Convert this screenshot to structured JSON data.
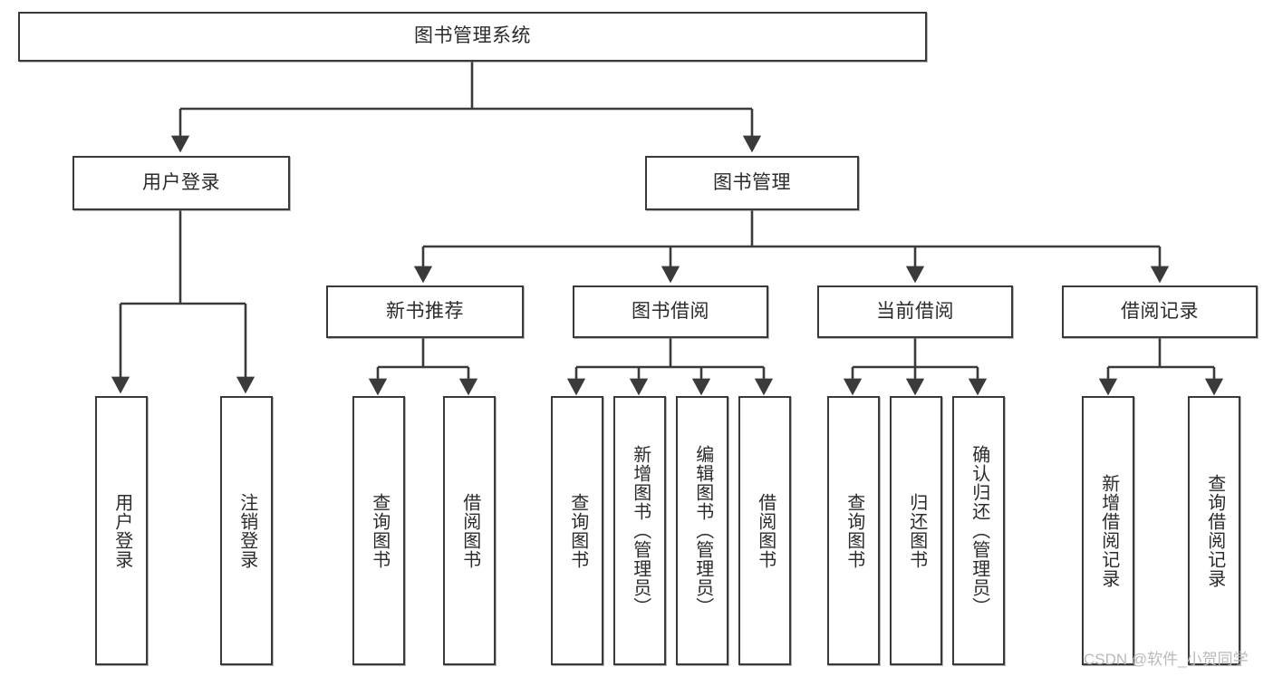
{
  "diagram": {
    "type": "tree-hierarchy-flowchart",
    "title": "图书管理系统",
    "stroke_color": "#3a3a3a",
    "text_color": "#2b2b2b",
    "background_color": "#ffffff",
    "watermark": "CSDN @软件_小贺同学",
    "levels": {
      "level1": [
        {
          "id": "root",
          "label": "图书管理系统",
          "orientation": "horizontal"
        }
      ],
      "level2": [
        {
          "id": "user-login",
          "label": "用户登录",
          "orientation": "horizontal",
          "parent": "root"
        },
        {
          "id": "book-manage",
          "label": "图书管理",
          "orientation": "horizontal",
          "parent": "root"
        }
      ],
      "level3": [
        {
          "id": "new-book-recommend",
          "label": "新书推荐",
          "orientation": "horizontal",
          "parent": "book-manage"
        },
        {
          "id": "book-borrow",
          "label": "图书借阅",
          "orientation": "horizontal",
          "parent": "book-manage"
        },
        {
          "id": "current-borrow",
          "label": "当前借阅",
          "orientation": "horizontal",
          "parent": "book-manage"
        },
        {
          "id": "borrow-record",
          "label": "借阅记录",
          "orientation": "horizontal",
          "parent": "book-manage"
        }
      ],
      "level4": [
        {
          "id": "leaf-user-login",
          "label": "用户登录",
          "orientation": "vertical",
          "parent": "user-login"
        },
        {
          "id": "leaf-logout-login",
          "label": "注销登录",
          "orientation": "vertical",
          "parent": "user-login"
        },
        {
          "id": "leaf-query-book-1",
          "label": "查询图书",
          "orientation": "vertical",
          "parent": "new-book-recommend"
        },
        {
          "id": "leaf-borrow-book-1",
          "label": "借阅图书",
          "orientation": "vertical",
          "parent": "new-book-recommend"
        },
        {
          "id": "leaf-query-book-2",
          "label": "查询图书",
          "orientation": "vertical",
          "parent": "book-borrow"
        },
        {
          "id": "leaf-add-book-admin",
          "label": "新增图书（管理员）",
          "orientation": "vertical",
          "parent": "book-borrow"
        },
        {
          "id": "leaf-edit-book-admin",
          "label": "编辑图书（管理员）",
          "orientation": "vertical",
          "parent": "book-borrow"
        },
        {
          "id": "leaf-borrow-book-2",
          "label": "借阅图书",
          "orientation": "vertical",
          "parent": "book-borrow"
        },
        {
          "id": "leaf-query-book-3",
          "label": "查询图书",
          "orientation": "vertical",
          "parent": "current-borrow"
        },
        {
          "id": "leaf-return-book",
          "label": "归还图书",
          "orientation": "vertical",
          "parent": "current-borrow"
        },
        {
          "id": "leaf-confirm-return-admin",
          "label": "确认归还（管理员）",
          "orientation": "vertical",
          "parent": "current-borrow"
        },
        {
          "id": "leaf-add-borrow-record",
          "label": "新增借阅记录",
          "orientation": "vertical",
          "parent": "borrow-record"
        },
        {
          "id": "leaf-query-borrow-record",
          "label": "查询借阅记录",
          "orientation": "vertical",
          "parent": "borrow-record"
        }
      ]
    }
  }
}
